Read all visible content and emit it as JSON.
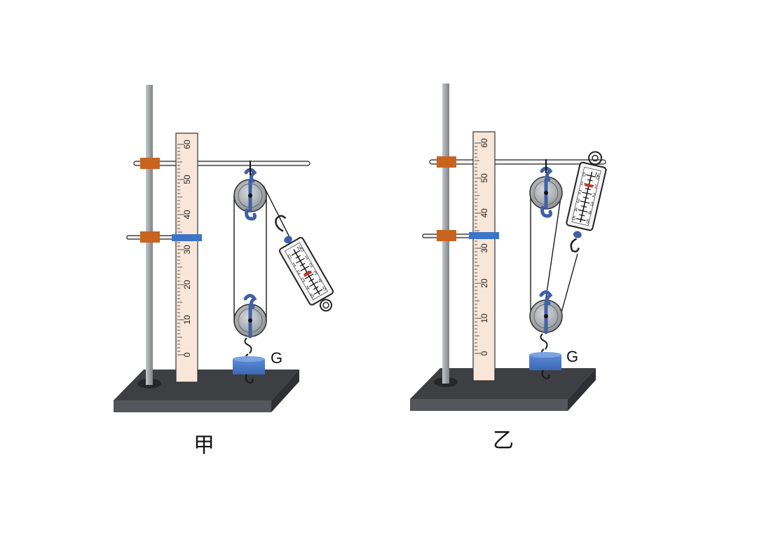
{
  "setups": [
    {
      "caption": "甲",
      "weight_label": "G",
      "ruler_ticks": [
        "0",
        "10",
        "20",
        "30",
        "40",
        "50",
        "60"
      ],
      "scale_labels": [
        "0",
        "1",
        "2",
        "3",
        "4",
        "5"
      ],
      "scale_unit": "N"
    },
    {
      "caption": "乙",
      "weight_label": "G",
      "ruler_ticks": [
        "0",
        "10",
        "20",
        "30",
        "40",
        "50",
        "60"
      ],
      "scale_labels": [
        "0",
        "1",
        "2",
        "3",
        "4",
        "5"
      ],
      "scale_unit": "N"
    }
  ],
  "colors": {
    "base": "#4a4b50",
    "base_top": "#3b3c40",
    "rod": "#a8abb0",
    "clamp": "#c8641e",
    "ruler": "#f8e6d8",
    "hook": "#3f5fa8",
    "pulley": "#9a9ea3",
    "weight": "#4a78c8",
    "marker": "#3d74c8"
  }
}
